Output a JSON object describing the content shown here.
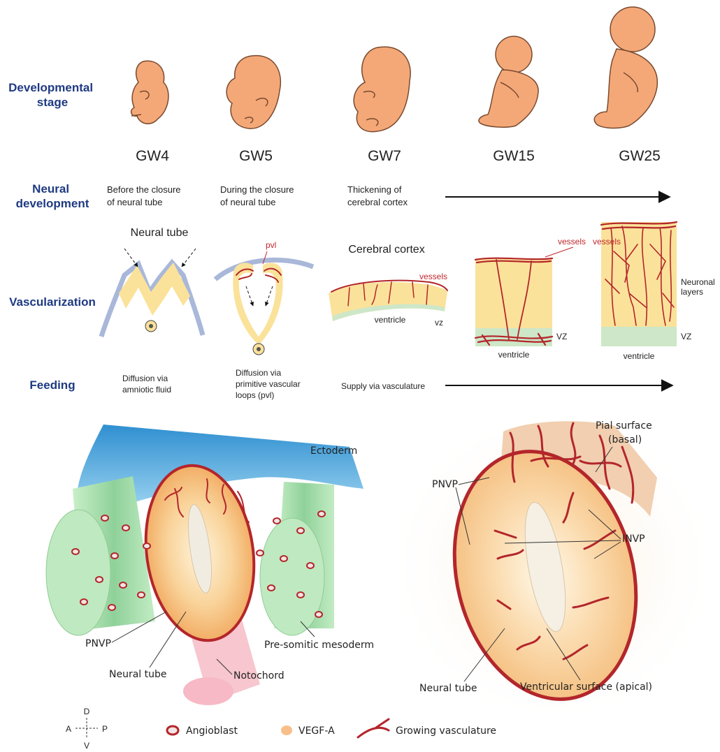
{
  "rows": {
    "stage": "Developmental stage",
    "stage_lines": [
      "Developmental",
      "stage"
    ],
    "neural": "Neural development",
    "neural_lines": [
      "Neural",
      "development"
    ],
    "vasc": "Vascularization",
    "feeding": "Feeding"
  },
  "stages": [
    "GW4",
    "GW5",
    "GW7",
    "GW15",
    "GW25"
  ],
  "neural_dev": {
    "col1": [
      "Before the closure",
      "of neural tube"
    ],
    "col2": [
      "During the closure",
      "of neural tube"
    ],
    "col3": [
      "Thickening of",
      "cerebral cortex"
    ]
  },
  "vasc_labels": {
    "neural_tube": "Neural tube",
    "pvl": "pvl",
    "cerebral_cortex": "Cerebral cortex",
    "vessels1": "vessels",
    "vessels2": "vessels",
    "ventricle1": "ventricle",
    "ventricle2": "ventricle",
    "ventricle3": "ventricle",
    "vz1": "vz",
    "vz2": "VZ",
    "vz3": "VZ",
    "neuronal_layers": [
      "Neuronal",
      "layers"
    ]
  },
  "feeding": {
    "col1": [
      "Diffusion via",
      "amniotic fluid"
    ],
    "col2": [
      "Diffusion via",
      "primitive vascular",
      "loops (pvl)"
    ],
    "col3": "Supply via vasculature"
  },
  "bottom_left": {
    "ectoderm": "Ectoderm",
    "pnvp": "PNVP",
    "neural_tube": "Neural tube",
    "notochord": "Notochord",
    "pre_somitic": "Pre-somitic mesoderm"
  },
  "bottom_right": {
    "pial_surface": [
      "Pial surface",
      "(basal)"
    ],
    "pnvp": "PNVP",
    "invp": "INVP",
    "neural_tube": "Neural tube",
    "ventricular": "Ventricular surface (apical)"
  },
  "axes": {
    "d": "D",
    "a": "A",
    "p": "P",
    "v": "V"
  },
  "legend": {
    "angioblast": "Angioblast",
    "vegf": "VEGF-A",
    "vasculature": "Growing vasculature"
  },
  "colors": {
    "label_blue": "#1f3a82",
    "embryo": "#f4a878",
    "tissue_yellow": "#fbe29a",
    "vessel_red": "#b3262b",
    "ectoderm_blue": "#5aa9dc",
    "mesoderm_green": "#9fd7a8"
  }
}
